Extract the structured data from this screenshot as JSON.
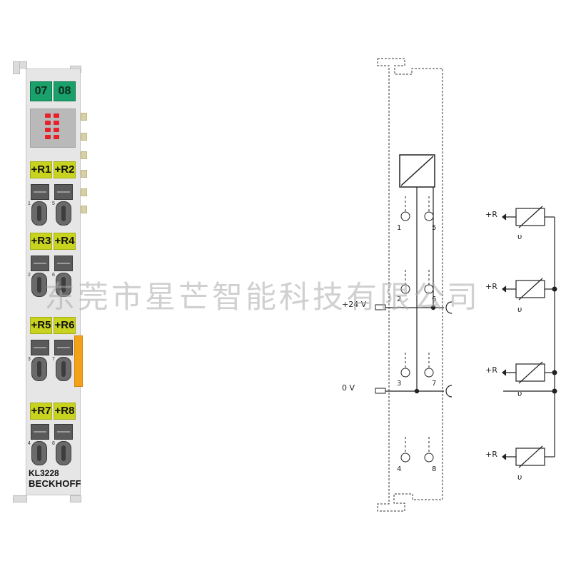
{
  "module": {
    "channel_tabs": [
      "07",
      "08"
    ],
    "rlabels": [
      "+R1",
      "+R2",
      "+R3",
      "+R4",
      "+R5",
      "+R6",
      "+R7",
      "+R8"
    ],
    "connector_numbers": [
      "1",
      "5",
      "2",
      "6",
      "3",
      "7",
      "4",
      "8"
    ],
    "model": "KL3228",
    "brand": "BECKHOFF",
    "led_color": "#e8202a",
    "tab_color": "#1aa06a",
    "label_color": "#c8d320"
  },
  "schematic": {
    "contact_numbers": [
      "1",
      "5",
      "2",
      "6",
      "3",
      "7",
      "4",
      "8"
    ],
    "supply_plus": "+24 V",
    "supply_zero": "0 V",
    "sensor_labels": [
      "+R",
      "+R",
      "+R",
      "+R"
    ],
    "theta_symbol": "υ"
  },
  "watermark": "东莞市星芒智能科技有限公司"
}
